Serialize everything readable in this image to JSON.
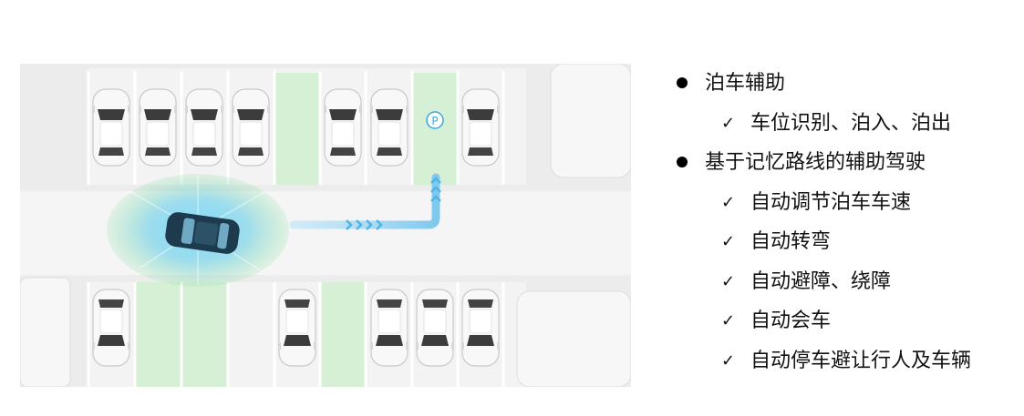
{
  "scene": {
    "parking_sign": "P"
  },
  "features": [
    {
      "level": 1,
      "text": "泊车辅助"
    },
    {
      "level": 2,
      "text": "车位识别、泊入、泊出"
    },
    {
      "level": 1,
      "text": "基于记忆路线的辅助驾驶"
    },
    {
      "level": 2,
      "text": "自动调节泊车车速"
    },
    {
      "level": 2,
      "text": "自动转弯"
    },
    {
      "level": 2,
      "text": "自动避障、绕障"
    },
    {
      "level": 2,
      "text": "自动会车"
    },
    {
      "level": 2,
      "text": "自动停车避让行人及车辆"
    }
  ],
  "icons": {
    "bullet": "bullet-dot-icon",
    "check": "check-mark-icon"
  },
  "colors": {
    "route": "#8fd0f0",
    "sign": "#3aa7e0",
    "free_space": "#d6f0d6",
    "ego_car": "#1d3b4d"
  }
}
